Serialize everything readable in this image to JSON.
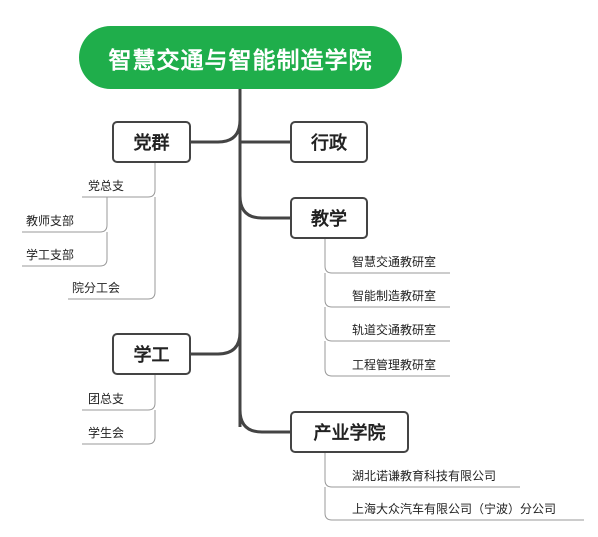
{
  "root": {
    "title": "智慧交通与智能制造学院"
  },
  "branches": {
    "dangqun": {
      "label": "党群",
      "leaves": [
        "党总支",
        "教师支部",
        "学工支部",
        "院分工会"
      ]
    },
    "xingzheng": {
      "label": "行政"
    },
    "jiaoxue": {
      "label": "教学",
      "leaves": [
        "智慧交通教研室",
        "智能制造教研室",
        "轨道交通教研室",
        "工程管理教研室"
      ]
    },
    "xuegong": {
      "label": "学工",
      "leaves": [
        "团总支",
        "学生会"
      ]
    },
    "chanye": {
      "label": "产业学院",
      "leaves": [
        "湖北诺谦教育科技有限公司",
        "上海大众汽车有限公司（宁波）分公司"
      ]
    }
  },
  "colors": {
    "root_fill": "#1fae4b",
    "root_text": "#ffffff",
    "trunk_line": "#444444",
    "leaf_line": "#999999"
  }
}
